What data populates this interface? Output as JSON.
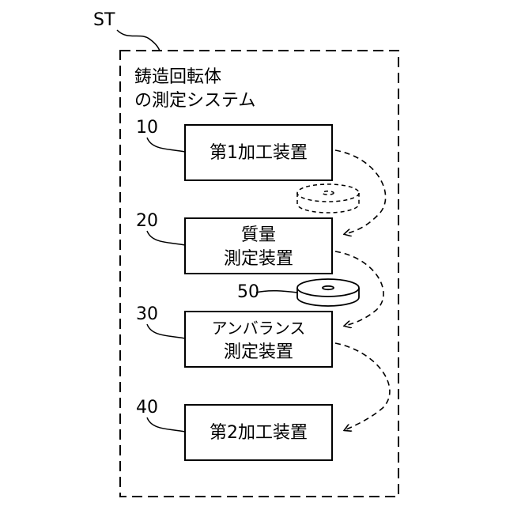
{
  "system": {
    "ref": "ST",
    "title_line1": "鋳造回転体",
    "title_line2": "の測定システム"
  },
  "devices": [
    {
      "ref": "10",
      "line1": "第1加工装置",
      "line2": ""
    },
    {
      "ref": "20",
      "line1": "質量",
      "line2": "測定装置"
    },
    {
      "ref": "30",
      "line1": "アンバランス",
      "line2": "測定装置"
    },
    {
      "ref": "40",
      "line1": "第2加工装置",
      "line2": ""
    }
  ],
  "workpiece": {
    "ref": "50"
  }
}
